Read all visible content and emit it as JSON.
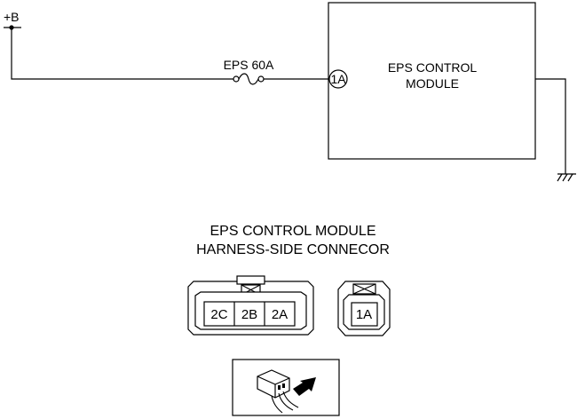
{
  "supply": {
    "label": "+B"
  },
  "fuse": {
    "label": "EPS 60A"
  },
  "module": {
    "line1": "EPS CONTROL",
    "line2": "MODULE",
    "pin_label": "1A"
  },
  "connector": {
    "title_line1": "EPS CONTROL MODULE",
    "title_line2": "HARNESS-SIDE CONNECOR",
    "multi_pins": [
      "2C",
      "2B",
      "2A"
    ],
    "single_pin": "1A"
  },
  "icons": {
    "ground": "ground-symbol-icon",
    "fuse": "fuse-icon",
    "view": "connector-view-direction-icon"
  },
  "colors": {
    "line": "#000000",
    "background": "#ffffff"
  }
}
